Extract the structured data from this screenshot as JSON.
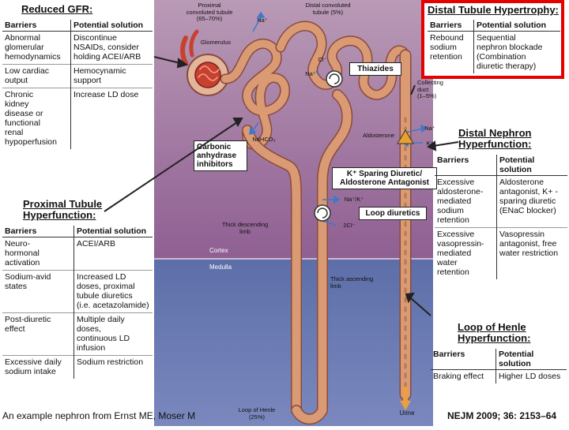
{
  "diagram": {
    "labels": {
      "proximal": "Proximal\nconvoluted tubule\n(65–70%)",
      "distal": "Distal convoluted\ntubule (5%)",
      "glomerulus": "Glomerulus",
      "na_plus_top": "Na⁺",
      "cl_minus": "Cl⁻",
      "na_plus_mid": "Na⁺",
      "collecting_duct": "Collecting\nduct\n(1–5%)",
      "aldosterone": "Aldosterone",
      "na_plus_ald": "Na⁺",
      "k_plus_ald": "K⁺",
      "nahco3": "NaHCO₃",
      "na_k": "Na⁺/K⁺",
      "two_cl": "2Cl⁻",
      "thick_descending": "Thick descending\nlimb",
      "cortex": "Cortex",
      "medulla": "Medulla",
      "thick_ascending": "Thick ascending\nlimb",
      "loop_of_henle": "Loop of Henle\n(25%)",
      "urine": "Urine"
    },
    "callouts": {
      "thiazides": "Thiazides",
      "carbonic": "Carbonic\nanhydrase\ninhibitors",
      "ksparing": "K⁺ Sparing Diuretic/\nAldosterone Antagonist",
      "loop": "Loop diuretics"
    }
  },
  "panels": {
    "reduced_gfr": {
      "title": "Reduced GFR:",
      "headers": [
        "Barriers",
        "Potential solution"
      ],
      "rows": [
        [
          "Abnormal\nglomerular\nhemodynamics",
          "Discontinue\nNSAIDs, consider\nholding ACEI/ARB"
        ],
        [
          "Low cardiac\noutput",
          "Hemocynamic\nsupport"
        ],
        [
          "Chronic\nkidney\ndisease or\nfunctional\nrenal\nhypoperfusion",
          "Increase LD dose"
        ]
      ]
    },
    "proximal": {
      "title": "Proximal Tubule\nHyperfunction:",
      "headers": [
        "Barriers",
        "Potential solution"
      ],
      "rows": [
        [
          "Neuro-\nhormonal\nactivation",
          "ACEI/ARB"
        ],
        [
          "Sodium-avid\nstates",
          "Increased LD\ndoses, proximal\ntubule diuretics\n(i.e. acetazolamide)"
        ],
        [
          "Post-diuretic\neffect",
          "Multiple daily doses,\ncontinuous LD\ninfusion"
        ],
        [
          "Excessive daily\nsodium intake",
          "Sodium restriction"
        ]
      ]
    },
    "distal_hypertrophy": {
      "title": "Distal Tubule Hypertrophy:",
      "headers": [
        "Barriers",
        "Potential solution"
      ],
      "rows": [
        [
          "Rebound\nsodium\nretention",
          "Sequential\nnephron blockade\n(Combination\ndiuretic therapy)"
        ]
      ]
    },
    "distal_nephron": {
      "title": "Distal Nephron\nHyperfunction:",
      "headers": [
        "Barriers",
        "Potential solution"
      ],
      "rows": [
        [
          "Excessive\naldosterone-\nmediated\nsodium\nretention",
          "Aldosterone\nantagonist, K+ -\nsparing diuretic\n(ENaC blocker)"
        ],
        [
          "Excessive\nvasopressin-\nmediated\nwater\nretention",
          "Vasopressin\nantagonist, free\nwater restriction"
        ]
      ]
    },
    "loop_henle": {
      "title": "Loop of Henle\nHyperfunction:",
      "headers": [
        "Barriers",
        "Potential solution"
      ],
      "rows": [
        [
          "Braking effect",
          "Higher LD doses"
        ]
      ]
    }
  },
  "footer": {
    "source": "An example nephron from Ernst ME, Moser M",
    "citation": "NEJM 2009; 36: 2153–64"
  },
  "colors": {
    "cortex_bg": "#9c6d9c",
    "medulla_bg": "#5f6fa8",
    "tubule": "#d99a74",
    "highlight": "#e60000"
  }
}
